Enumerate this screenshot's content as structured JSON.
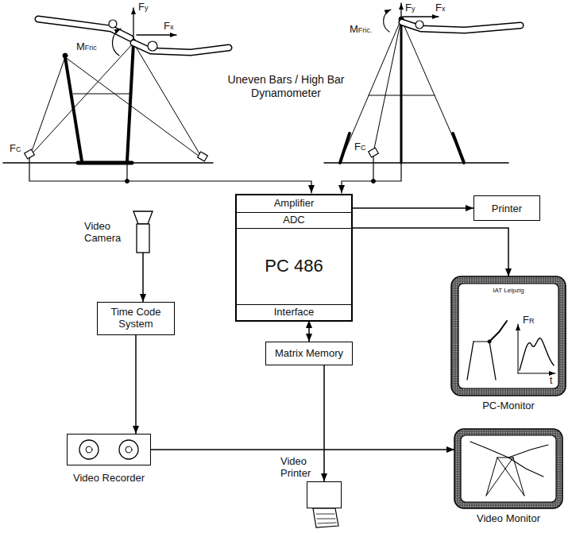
{
  "diagram": {
    "nodes": [
      {
        "text": [
          "PC 486"
        ]
      },
      {
        "text": [
          "Amplifier"
        ],
        "in": 0
      },
      {
        "text": [
          "ADC"
        ],
        "in": 0
      },
      {
        "text": [
          "Interface"
        ],
        "in": 0
      },
      {
        "text": [
          "Printer"
        ]
      },
      {
        "text": [
          "IAT Leipzig",
          "PC-Monitor"
        ]
      },
      {
        "text": [
          "Video Camera"
        ]
      },
      {
        "text": [
          "Time Code System"
        ]
      },
      {
        "text": [
          "Matrix Memory"
        ]
      },
      {
        "text": [
          "Video Recorder"
        ]
      },
      {
        "text": [
          "Video Printer"
        ]
      },
      {
        "text": [
          "Video Monitor"
        ]
      }
    ],
    "edges": [
      {
        "from": 3,
        "to": 8,
        "arrow": "both"
      },
      {
        "from": 0,
        "to": 4,
        "arrow": "to"
      },
      {
        "from": 0,
        "to": 5,
        "arrow": "to"
      },
      {
        "from": 6,
        "to": 7,
        "arrow": "to"
      },
      {
        "from": 7,
        "to": 9,
        "arrow": "to"
      },
      {
        "from": 8,
        "to": 10,
        "arrow": "to"
      },
      {
        "from": 9,
        "to": 11,
        "arrow": "to"
      }
    ],
    "labels": [
      "Fy",
      "Fx",
      "MFric",
      "FC",
      "Uneven Bars / High Bar Dynamometer",
      "Fy",
      "Fx",
      "MFric.",
      "FC",
      "FR",
      "t"
    ]
  }
}
